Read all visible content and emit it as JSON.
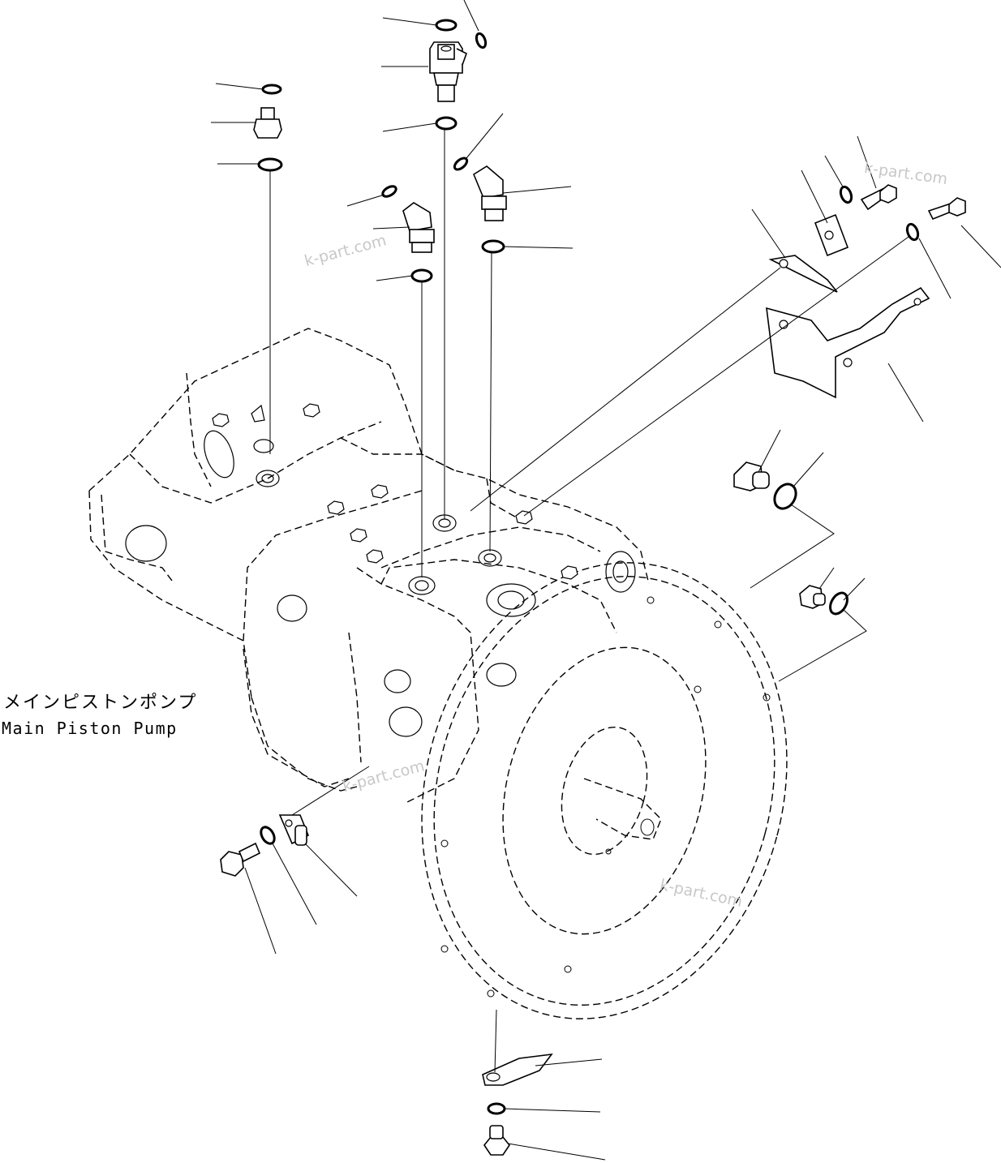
{
  "diagram": {
    "title_ja": "メインピストンポンプ",
    "title_en": "Main Piston Pump",
    "watermarks": [
      "k-part.com",
      "k-part.com",
      "k-part.com",
      "k-part.com"
    ],
    "line_color": "#000000",
    "background": "#ffffff"
  }
}
